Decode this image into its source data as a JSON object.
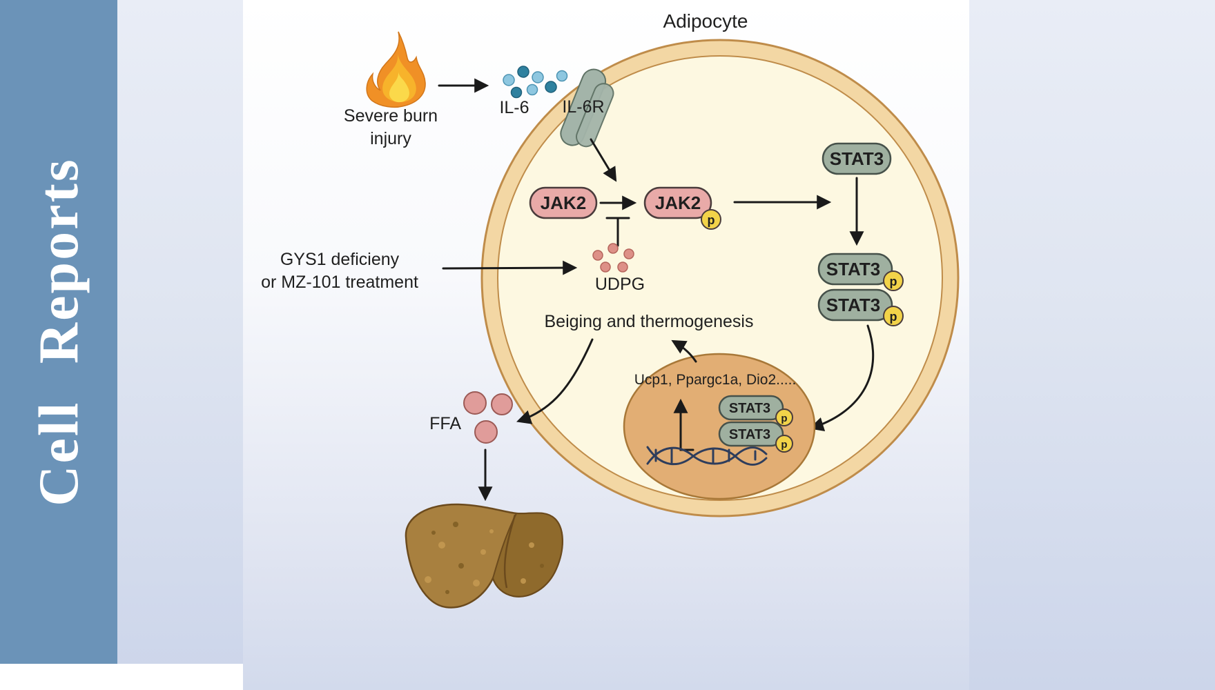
{
  "sidebar": {
    "journal_title": "Cell  Reports"
  },
  "labels": {
    "adipocyte": "Adipocyte",
    "severe_burn_1": "Severe burn",
    "severe_burn_2": "injury",
    "il6": "IL-6",
    "il6r": "IL-6R",
    "jak2": "JAK2",
    "p": "p",
    "stat3": "STAT3",
    "gys1_1": "GYS1 deficieny",
    "gys1_2": "or MZ-101 treatment",
    "udpg": "UDPG",
    "beiging": "Beiging and thermogenesis",
    "genes": "Ucp1, Ppargc1a, Dio2.....",
    "ffa": "FFA"
  },
  "colors": {
    "sidebar_blue": "#6b93b8",
    "membrane_ring": "#f3d7a4",
    "membrane_stroke": "#bf8c4a",
    "cytoplasm": "#fdf8e1",
    "jak2_fill": "#e9aaa8",
    "stat3_fill": "#9fb0a0",
    "p_fill": "#f2d349",
    "nucleus_fill": "#e2ae74",
    "nucleus_stroke": "#a87838",
    "il6_dot_light": "#8ec7e0",
    "il6_dot_dark": "#2f819f",
    "receptor_fill": "#a3b4a9",
    "udpg_dot": "#dd9087",
    "ffa_fill": "#e09c9a",
    "liver_fill": "#a8803f",
    "liver_dark": "#8f6a2c",
    "flame_outer": "#f09026",
    "flame_mid": "#f7b32b",
    "flame_inner": "#fbd94a",
    "dna": "#2e3d5c",
    "arrow": "#1a1a1a"
  }
}
